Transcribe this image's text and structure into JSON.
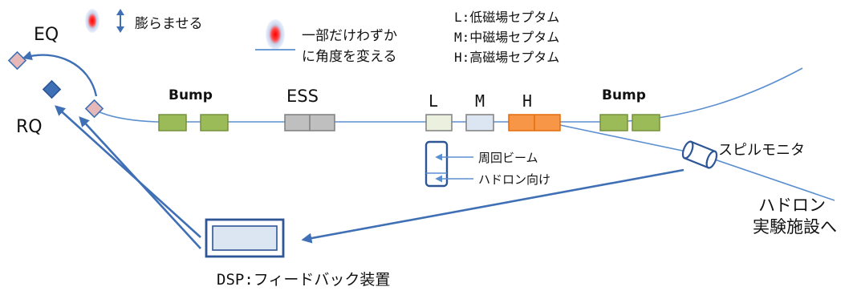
{
  "legend": {
    "expand_label": "膨らませる",
    "kick_line1": "一部だけわずか",
    "kick_line2": "に角度を変える",
    "septa": [
      "L:低磁場セプタム",
      "M:中磁場セプタム",
      "H:高磁場セプタム"
    ]
  },
  "labels": {
    "eq": "EQ",
    "rq": "RQ",
    "bump_left": "Bump",
    "ess": "ESS",
    "l": "L",
    "m": "M",
    "h": "H",
    "bump_right": "Bump",
    "circulating_beam": "周回ビーム",
    "for_hadron": "ハドロン向け",
    "spill_monitor": "スピルモニタ",
    "hadron_line1": "ハドロン",
    "hadron_line2": "実験施設へ",
    "dsp": "DSP:フィードバック装置"
  },
  "colors": {
    "beam": "#5b8fd0",
    "arrow": "#3f6fb5",
    "bump": "#9bbb59",
    "ess": "#bfbfbf",
    "septum_l": "#ebf1de",
    "septum_m": "#dce6f2",
    "septum_h": "#f79646",
    "eq": "#e6b9b8",
    "rq": "#3f6fb5",
    "rf_glow": "#ff0000"
  }
}
